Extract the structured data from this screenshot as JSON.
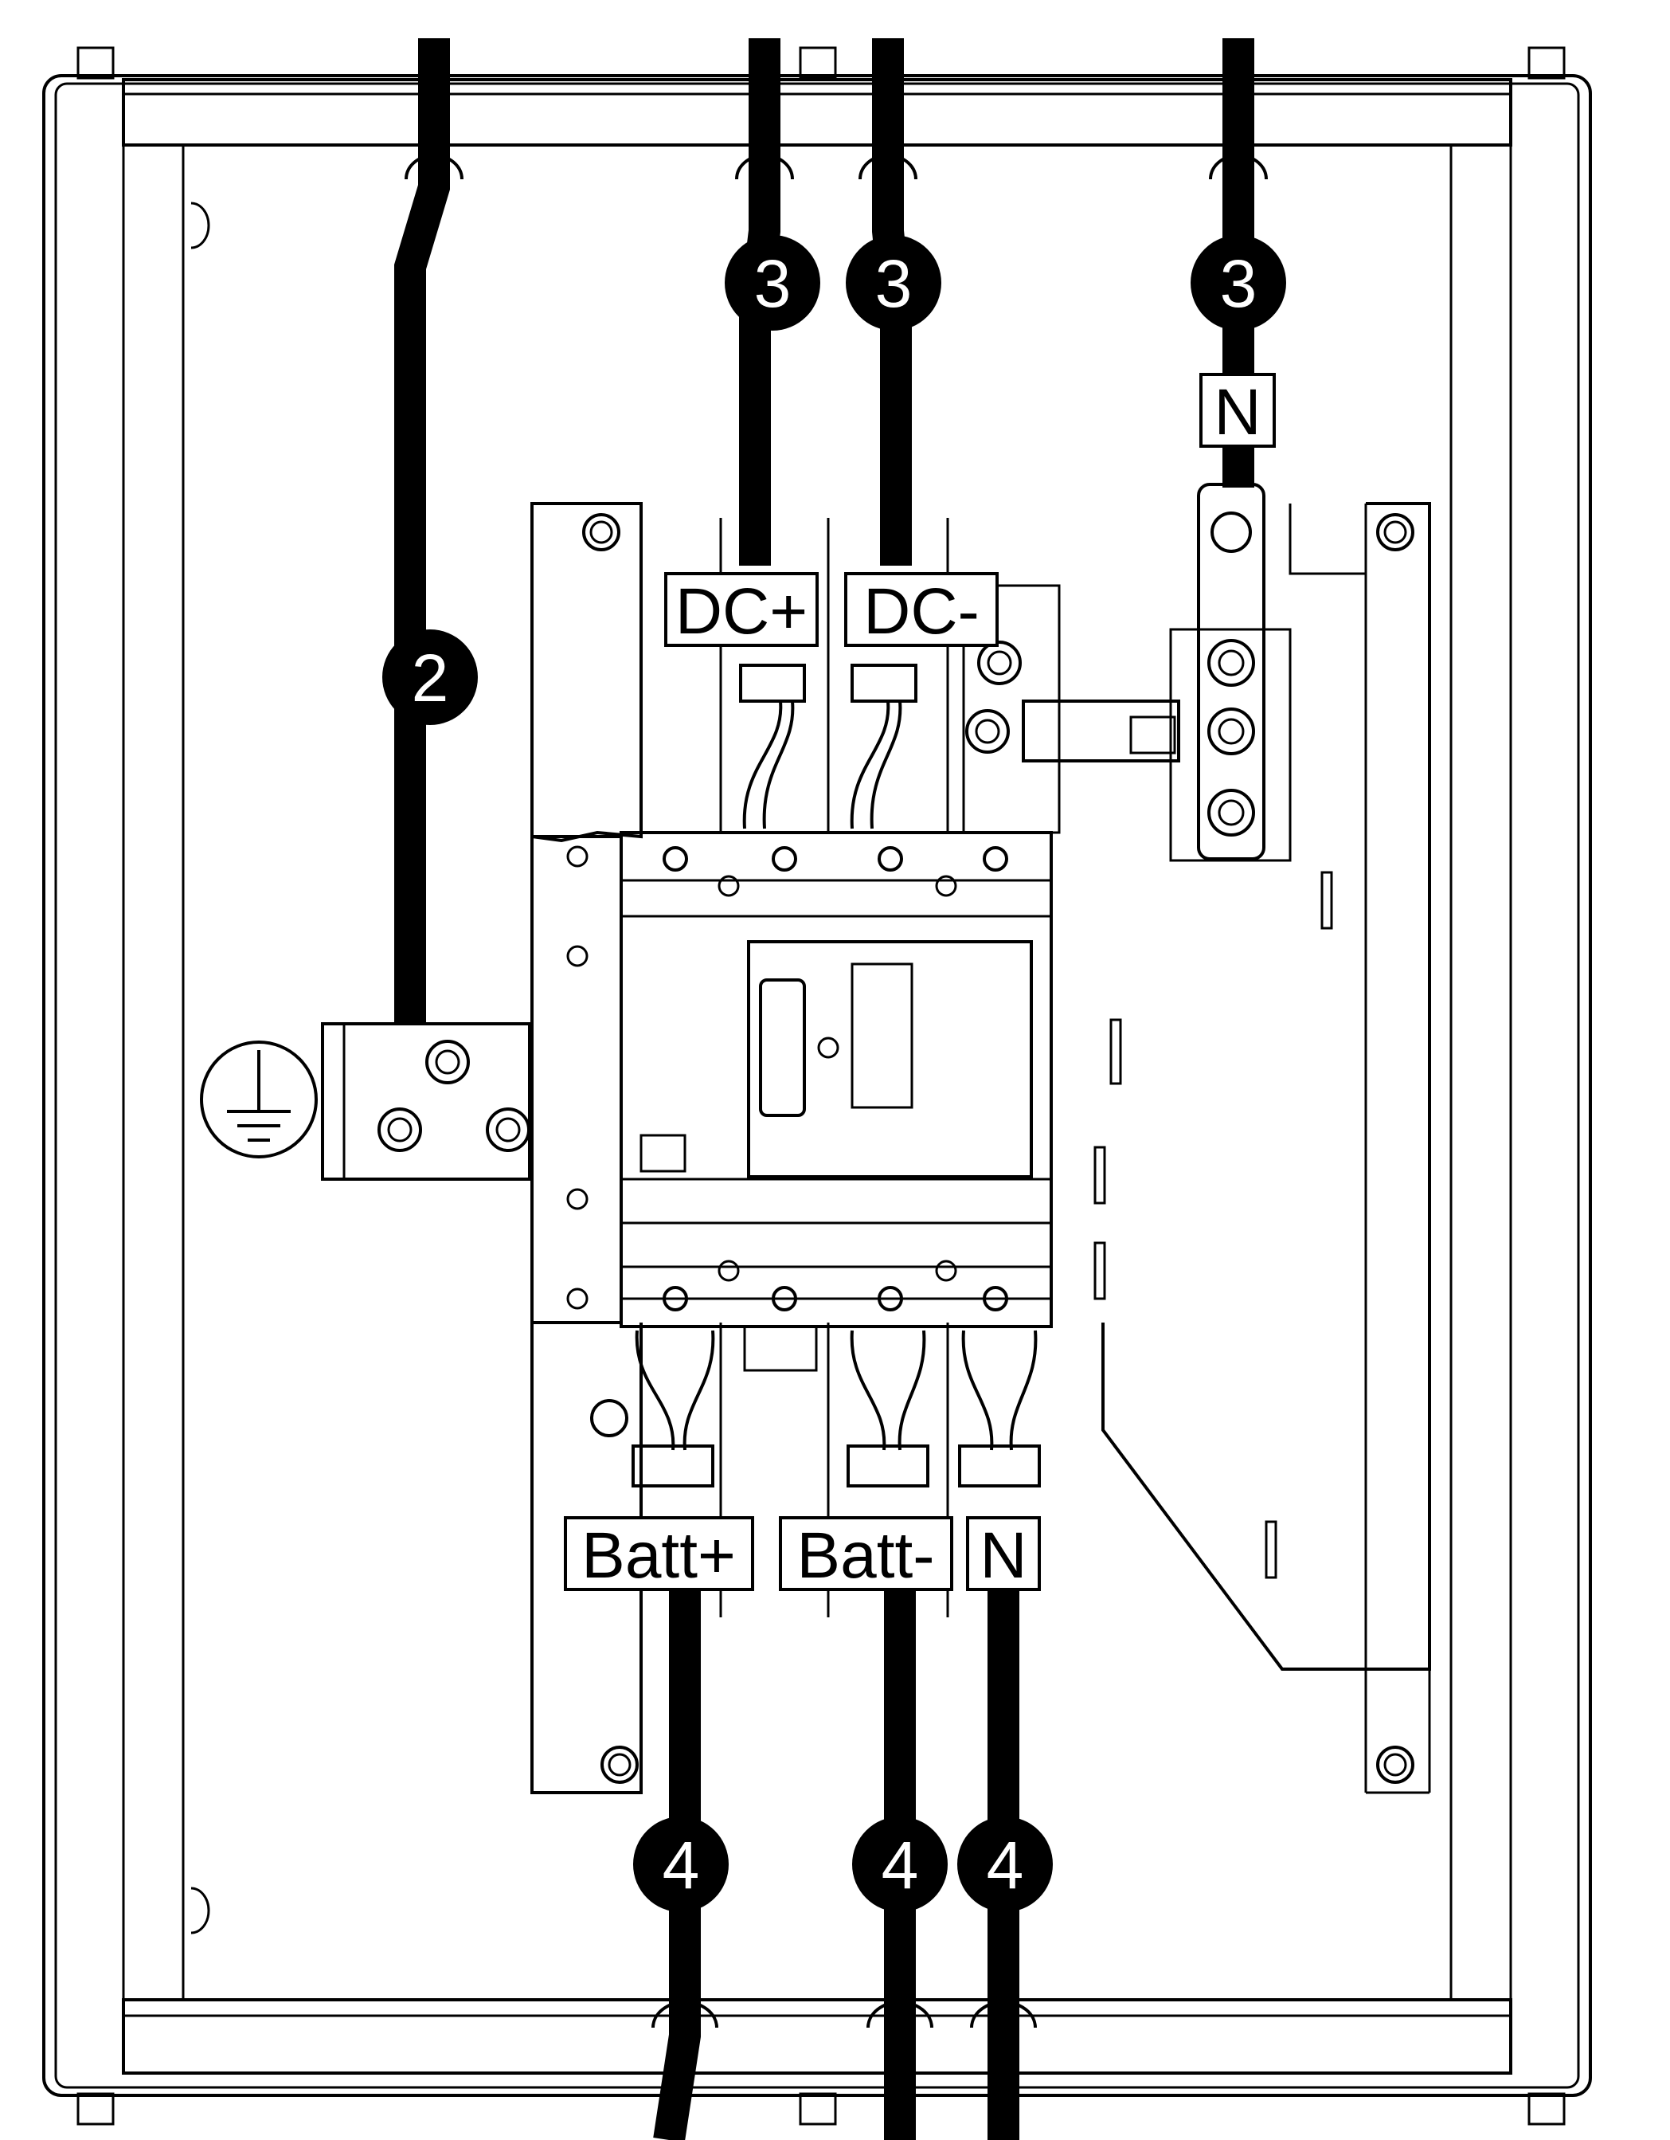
{
  "terminal_labels": {
    "dc_plus": "DC+",
    "dc_minus": "DC-",
    "neutral_top": "N",
    "batt_plus": "Batt+",
    "batt_minus": "Batt-",
    "neutral_bottom": "N"
  },
  "callouts": {
    "ground_cable": "2",
    "dc_plus_cable": "3",
    "dc_minus_cable": "3",
    "neutral_top_cable": "3",
    "batt_plus_cable": "4",
    "batt_minus_cable": "4",
    "neutral_bottom_cable": "4"
  },
  "symbols": {
    "ground": "protective-earth-icon"
  },
  "colors": {
    "line": "#000000",
    "background": "#ffffff"
  }
}
